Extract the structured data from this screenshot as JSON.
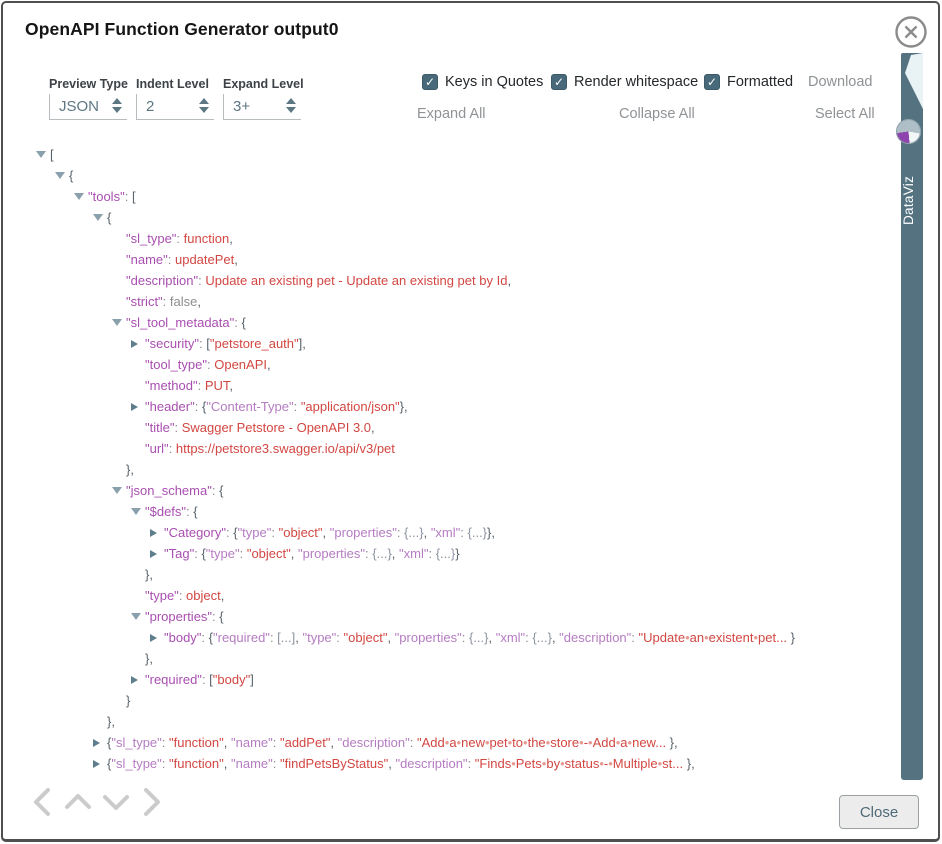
{
  "modal": {
    "title": "OpenAPI Function Generator output0",
    "close_button_label": "Close"
  },
  "side_tab": {
    "label": "DataViz"
  },
  "controls": {
    "selects": [
      {
        "label": "Preview Type",
        "value": "JSON"
      },
      {
        "label": "Indent Level",
        "value": "2"
      },
      {
        "label": "Expand Level",
        "value": "3+"
      }
    ],
    "checkboxes": [
      {
        "label": "Keys in Quotes",
        "checked": true,
        "check_glyph": "✓"
      },
      {
        "label": "Render whitespace",
        "checked": true,
        "check_glyph": "✓"
      },
      {
        "label": "Formatted",
        "checked": true,
        "check_glyph": "✓"
      }
    ],
    "download_label": "Download",
    "links": [
      {
        "label": "Expand All"
      },
      {
        "label": "Collapse All"
      },
      {
        "label": "Select All"
      }
    ]
  },
  "colors": {
    "accent_slate": "#547280",
    "checkbox_fill": "#47697a",
    "key_purple": "#a94fb0",
    "preview_key_purple": "#b57cc2",
    "string_red": "#d24742",
    "literal_gray": "#8e8e8e",
    "pie_purple": "#8e44ad"
  },
  "tree": {
    "rows": [
      {
        "i": 0,
        "a": "d",
        "s": [
          {
            "t": "b",
            "x": "["
          }
        ]
      },
      {
        "i": 1,
        "a": "d",
        "s": [
          {
            "t": "b",
            "x": "{"
          }
        ]
      },
      {
        "i": 2,
        "a": "d",
        "s": [
          {
            "t": "k",
            "x": "\"tools\""
          },
          {
            "t": "c",
            "x": ": "
          },
          {
            "t": "b",
            "x": "["
          }
        ]
      },
      {
        "i": 3,
        "a": "d",
        "s": [
          {
            "t": "b",
            "x": "{"
          }
        ]
      },
      {
        "i": 4,
        "s": [
          {
            "t": "k",
            "x": "\"sl_type\""
          },
          {
            "t": "c",
            "x": ": "
          },
          {
            "t": "s",
            "x": "function"
          },
          {
            "t": "p",
            "x": ","
          }
        ]
      },
      {
        "i": 4,
        "s": [
          {
            "t": "k",
            "x": "\"name\""
          },
          {
            "t": "c",
            "x": ": "
          },
          {
            "t": "s",
            "x": "updatePet"
          },
          {
            "t": "p",
            "x": ","
          }
        ]
      },
      {
        "i": 4,
        "s": [
          {
            "t": "k",
            "x": "\"description\""
          },
          {
            "t": "c",
            "x": ": "
          },
          {
            "t": "s",
            "x": "Update an existing pet - Update an existing pet by Id"
          },
          {
            "t": "p",
            "x": ","
          }
        ]
      },
      {
        "i": 4,
        "s": [
          {
            "t": "k",
            "x": "\"strict\""
          },
          {
            "t": "c",
            "x": ": "
          },
          {
            "t": "l",
            "x": "false"
          },
          {
            "t": "p",
            "x": ","
          }
        ]
      },
      {
        "i": 4,
        "a": "d",
        "s": [
          {
            "t": "k",
            "x": "\"sl_tool_metadata\""
          },
          {
            "t": "c",
            "x": ": "
          },
          {
            "t": "b",
            "x": "{"
          }
        ]
      },
      {
        "i": 5,
        "a": "r",
        "s": [
          {
            "t": "k",
            "x": "\"security\""
          },
          {
            "t": "c",
            "x": ": "
          },
          {
            "t": "b",
            "x": "["
          },
          {
            "t": "s",
            "x": "\"petstore_auth\""
          },
          {
            "t": "b",
            "x": "]"
          },
          {
            "t": "p",
            "x": ","
          }
        ]
      },
      {
        "i": 5,
        "s": [
          {
            "t": "k",
            "x": "\"tool_type\""
          },
          {
            "t": "c",
            "x": ": "
          },
          {
            "t": "s",
            "x": "OpenAPI"
          },
          {
            "t": "p",
            "x": ","
          }
        ]
      },
      {
        "i": 5,
        "s": [
          {
            "t": "k",
            "x": "\"method\""
          },
          {
            "t": "c",
            "x": ": "
          },
          {
            "t": "s",
            "x": "PUT"
          },
          {
            "t": "p",
            "x": ","
          }
        ]
      },
      {
        "i": 5,
        "a": "r",
        "s": [
          {
            "t": "k",
            "x": "\"header\""
          },
          {
            "t": "c",
            "x": ": "
          },
          {
            "t": "b",
            "x": "{"
          },
          {
            "t": "k2",
            "x": "\"Content-Type\""
          },
          {
            "t": "c",
            "x": ": "
          },
          {
            "t": "s",
            "x": "\"application/json\""
          },
          {
            "t": "b",
            "x": "}"
          },
          {
            "t": "p",
            "x": ","
          }
        ]
      },
      {
        "i": 5,
        "s": [
          {
            "t": "k",
            "x": "\"title\""
          },
          {
            "t": "c",
            "x": ": "
          },
          {
            "t": "s",
            "x": "Swagger Petstore - OpenAPI 3.0"
          },
          {
            "t": "p",
            "x": ","
          }
        ]
      },
      {
        "i": 5,
        "s": [
          {
            "t": "k",
            "x": "\"url\""
          },
          {
            "t": "c",
            "x": ": "
          },
          {
            "t": "s",
            "x": "https://petstore3.swagger.io/api/v3/pet"
          }
        ]
      },
      {
        "i": 4,
        "s": [
          {
            "t": "b",
            "x": "},"
          }
        ]
      },
      {
        "i": 4,
        "a": "d",
        "s": [
          {
            "t": "k",
            "x": "\"json_schema\""
          },
          {
            "t": "c",
            "x": ": "
          },
          {
            "t": "b",
            "x": "{"
          }
        ]
      },
      {
        "i": 5,
        "a": "d",
        "s": [
          {
            "t": "k",
            "x": "\"$defs\""
          },
          {
            "t": "c",
            "x": ": "
          },
          {
            "t": "b",
            "x": "{"
          }
        ]
      },
      {
        "i": 6,
        "a": "r",
        "s": [
          {
            "t": "k",
            "x": "\"Category\""
          },
          {
            "t": "c",
            "x": ": "
          },
          {
            "t": "b",
            "x": "{"
          },
          {
            "t": "k2",
            "x": "\"type\""
          },
          {
            "t": "c",
            "x": ": "
          },
          {
            "t": "s",
            "x": "\"object\""
          },
          {
            "t": "p",
            "x": ", "
          },
          {
            "t": "k2",
            "x": "\"properties\""
          },
          {
            "t": "c",
            "x": ": "
          },
          {
            "t": "d",
            "x": "{...}"
          },
          {
            "t": "p",
            "x": ", "
          },
          {
            "t": "k2",
            "x": "\"xml\""
          },
          {
            "t": "c",
            "x": ": "
          },
          {
            "t": "d",
            "x": "{...}"
          },
          {
            "t": "b",
            "x": "}"
          },
          {
            "t": "p",
            "x": ","
          }
        ]
      },
      {
        "i": 6,
        "a": "r",
        "s": [
          {
            "t": "k",
            "x": "\"Tag\""
          },
          {
            "t": "c",
            "x": ": "
          },
          {
            "t": "b",
            "x": "{"
          },
          {
            "t": "k2",
            "x": "\"type\""
          },
          {
            "t": "c",
            "x": ": "
          },
          {
            "t": "s",
            "x": "\"object\""
          },
          {
            "t": "p",
            "x": ", "
          },
          {
            "t": "k2",
            "x": "\"properties\""
          },
          {
            "t": "c",
            "x": ": "
          },
          {
            "t": "d",
            "x": "{...}"
          },
          {
            "t": "p",
            "x": ", "
          },
          {
            "t": "k2",
            "x": "\"xml\""
          },
          {
            "t": "c",
            "x": ": "
          },
          {
            "t": "d",
            "x": "{...}"
          },
          {
            "t": "b",
            "x": "}"
          }
        ]
      },
      {
        "i": 5,
        "s": [
          {
            "t": "b",
            "x": "},"
          }
        ]
      },
      {
        "i": 5,
        "s": [
          {
            "t": "k",
            "x": "\"type\""
          },
          {
            "t": "c",
            "x": ": "
          },
          {
            "t": "s",
            "x": "object"
          },
          {
            "t": "p",
            "x": ","
          }
        ]
      },
      {
        "i": 5,
        "a": "d",
        "s": [
          {
            "t": "k",
            "x": "\"properties\""
          },
          {
            "t": "c",
            "x": ": "
          },
          {
            "t": "b",
            "x": "{"
          }
        ]
      },
      {
        "i": 6,
        "a": "r",
        "s": [
          {
            "t": "k",
            "x": "\"body\""
          },
          {
            "t": "c",
            "x": ": "
          },
          {
            "t": "b",
            "x": "{"
          },
          {
            "t": "k2",
            "x": "\"required\""
          },
          {
            "t": "c",
            "x": ": "
          },
          {
            "t": "d",
            "x": "[...]"
          },
          {
            "t": "p",
            "x": ", "
          },
          {
            "t": "k2",
            "x": "\"type\""
          },
          {
            "t": "c",
            "x": ": "
          },
          {
            "t": "s",
            "x": "\"object\""
          },
          {
            "t": "p",
            "x": ", "
          },
          {
            "t": "k2",
            "x": "\"properties\""
          },
          {
            "t": "c",
            "x": ": "
          },
          {
            "t": "d",
            "x": "{...}"
          },
          {
            "t": "p",
            "x": ", "
          },
          {
            "t": "k2",
            "x": "\"xml\""
          },
          {
            "t": "c",
            "x": ": "
          },
          {
            "t": "d",
            "x": "{...}"
          },
          {
            "t": "p",
            "x": ", "
          },
          {
            "t": "k2",
            "x": "\"description\""
          },
          {
            "t": "c",
            "x": ": "
          },
          {
            "t": "s",
            "x": "\"Update•an•existent•pet..."
          },
          {
            "t": "b",
            "x": " }"
          }
        ]
      },
      {
        "i": 5,
        "s": [
          {
            "t": "b",
            "x": "},"
          }
        ]
      },
      {
        "i": 5,
        "a": "r",
        "s": [
          {
            "t": "k",
            "x": "\"required\""
          },
          {
            "t": "c",
            "x": ": "
          },
          {
            "t": "b",
            "x": "["
          },
          {
            "t": "s",
            "x": "\"body\""
          },
          {
            "t": "b",
            "x": "]"
          }
        ]
      },
      {
        "i": 4,
        "s": [
          {
            "t": "b",
            "x": "}"
          }
        ]
      },
      {
        "i": 3,
        "s": [
          {
            "t": "b",
            "x": "},"
          }
        ]
      },
      {
        "i": 3,
        "a": "r",
        "s": [
          {
            "t": "b",
            "x": "{"
          },
          {
            "t": "k2",
            "x": "\"sl_type\""
          },
          {
            "t": "c",
            "x": ": "
          },
          {
            "t": "s",
            "x": "\"function\""
          },
          {
            "t": "p",
            "x": ", "
          },
          {
            "t": "k2",
            "x": "\"name\""
          },
          {
            "t": "c",
            "x": ": "
          },
          {
            "t": "s",
            "x": "\"addPet\""
          },
          {
            "t": "p",
            "x": ", "
          },
          {
            "t": "k2",
            "x": "\"description\""
          },
          {
            "t": "c",
            "x": ": "
          },
          {
            "t": "s",
            "x": "\"Add•a•new•pet•to•the•store•-•Add•a•new..."
          },
          {
            "t": "b",
            "x": " },"
          }
        ]
      },
      {
        "i": 3,
        "a": "r",
        "s": [
          {
            "t": "b",
            "x": "{"
          },
          {
            "t": "k2",
            "x": "\"sl_type\""
          },
          {
            "t": "c",
            "x": ": "
          },
          {
            "t": "s",
            "x": "\"function\""
          },
          {
            "t": "p",
            "x": ", "
          },
          {
            "t": "k2",
            "x": "\"name\""
          },
          {
            "t": "c",
            "x": ": "
          },
          {
            "t": "s",
            "x": "\"findPetsByStatus\""
          },
          {
            "t": "p",
            "x": ", "
          },
          {
            "t": "k2",
            "x": "\"description\""
          },
          {
            "t": "c",
            "x": ": "
          },
          {
            "t": "s",
            "x": "\"Finds•Pets•by•status•-•Multiple•st..."
          },
          {
            "t": "b",
            "x": " },"
          }
        ]
      }
    ]
  }
}
